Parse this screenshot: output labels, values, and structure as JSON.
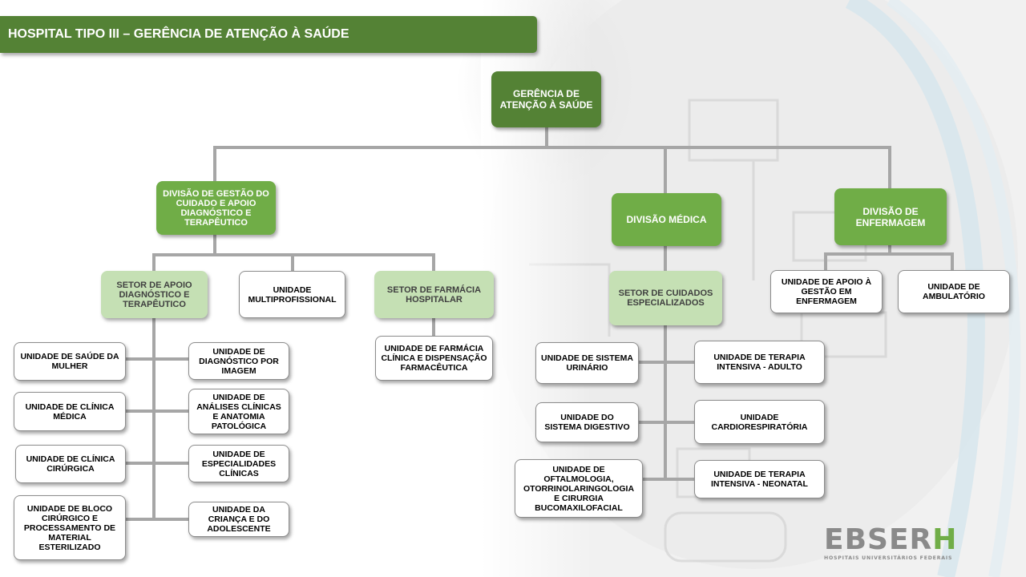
{
  "title": "HOSPITAL TIPO III – GERÊNCIA DE ATENÇÃO À SAÚDE",
  "colors": {
    "title_bar": "#548235",
    "level1": "#548235",
    "level2": "#70ad47",
    "level3": "#c5e0b4",
    "connector": "#a6a6a6"
  },
  "nodes": {
    "gerencia": "GERÊNCIA DE ATENÇÃO À SAÚDE",
    "div_gestao": "DIVISÃO DE GESTÃO DO CUIDADO E APOIO DIAGNÓSTICO E TERAPÊUTICO",
    "div_medica": "DIVISÃO MÉDICA",
    "div_enfermagem": "DIVISÃO DE ENFERMAGEM",
    "setor_apoio": "SETOR DE APOIO DIAGNÓSTICO E TERAPÊUTICO",
    "unid_multi": "UNIDADE MULTIPROFISSIONAL",
    "setor_farmacia": "SETOR DE FARMÁCIA HOSPITALAR",
    "unid_farmacia": "UNIDADE DE FARMÁCIA CLÍNICA E DISPENSAÇÃO FARMACÊUTICA",
    "unid_saude_mulher": "UNIDADE DE SAÚDE DA MULHER",
    "unid_clinica_medica": "UNIDADE DE CLÍNICA MÉDICA",
    "unid_clinica_cirurgica": "UNIDADE DE CLÍNICA CIRÚRGICA",
    "unid_bloco": "UNIDADE DE BLOCO CIRÚRGICO E PROCESSAMENTO DE MATERIAL ESTERILIZADO",
    "unid_diag_imagem": "UNIDADE DE DIAGNÓSTICO POR IMAGEM",
    "unid_analises": "UNIDADE DE ANÁLISES CLÍNICAS E ANATOMIA PATOLÓGICA",
    "unid_especialidades": "UNIDADE DE ESPECIALIDADES CLÍNICAS",
    "unid_crianca": "UNIDADE DA CRIANÇA E DO ADOLESCENTE",
    "setor_cuidados": "SETOR DE CUIDADOS ESPECIALIZADOS",
    "unid_urinario": "UNIDADE DE SISTEMA URINÁRIO",
    "unid_digestivo": "UNIDADE DO SISTEMA DIGESTIVO",
    "unid_oftalmo": "UNIDADE DE OFTALMOLOGIA, OTORRINOLARINGOLOGIA E CIRURGIA BUCOMAXILOFACIAL",
    "unid_uti_adulto": "UNIDADE DE TERAPIA INTENSIVA - ADULTO",
    "unid_cardio": "UNIDADE CARDIORESPIRATÓRIA",
    "unid_uti_neo": "UNIDADE DE TERAPIA INTENSIVA - NEONATAL",
    "unid_apoio_enf": "UNIDADE DE APOIO À GESTÃO EM ENFERMAGEM",
    "unid_ambulatorio": "UNIDADE DE AMBULATÓRIO"
  },
  "logo": {
    "brand_main": "EBSER",
    "brand_accent": "H",
    "tagline": "HOSPITAIS UNIVERSITÁRIOS FEDERAIS"
  }
}
